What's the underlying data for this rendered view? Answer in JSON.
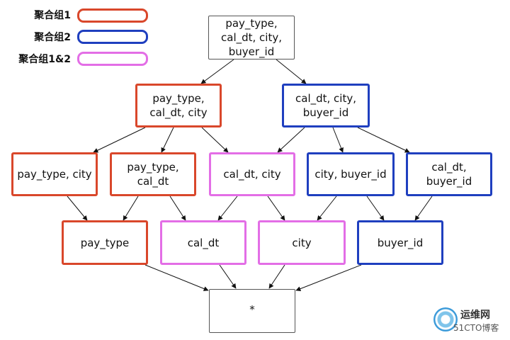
{
  "legend": [
    {
      "label": "聚合组1",
      "color": "#d9472b"
    },
    {
      "label": "聚合组2",
      "color": "#1f3fbf"
    },
    {
      "label": "聚合组1&2",
      "color": "#e36ee6"
    }
  ],
  "nodes": {
    "root": {
      "label": "pay_type,\ncal_dt, city,\nbuyer_id"
    },
    "l2_a": {
      "label": "pay_type,\ncal_dt, city"
    },
    "l2_b": {
      "label": "cal_dt, city,\nbuyer_id"
    },
    "l3_a": {
      "label": "pay_type, city"
    },
    "l3_b": {
      "label": "pay_type,\ncal_dt"
    },
    "l3_c": {
      "label": "cal_dt, city"
    },
    "l3_d": {
      "label": "city, buyer_id"
    },
    "l3_e": {
      "label": "cal_dt,\nbuyer_id"
    },
    "l4_a": {
      "label": "pay_type"
    },
    "l4_b": {
      "label": "cal_dt"
    },
    "l4_c": {
      "label": "city"
    },
    "l4_d": {
      "label": "buyer_id"
    },
    "base": {
      "label": "*"
    }
  },
  "colors": {
    "red": "#d9472b",
    "blue": "#1f3fbf",
    "pink": "#e36ee6",
    "black": "#555555"
  },
  "watermark": {
    "title": "运维网",
    "subtitle": "51CTO博客",
    "icon": "swirl-logo-icon"
  }
}
